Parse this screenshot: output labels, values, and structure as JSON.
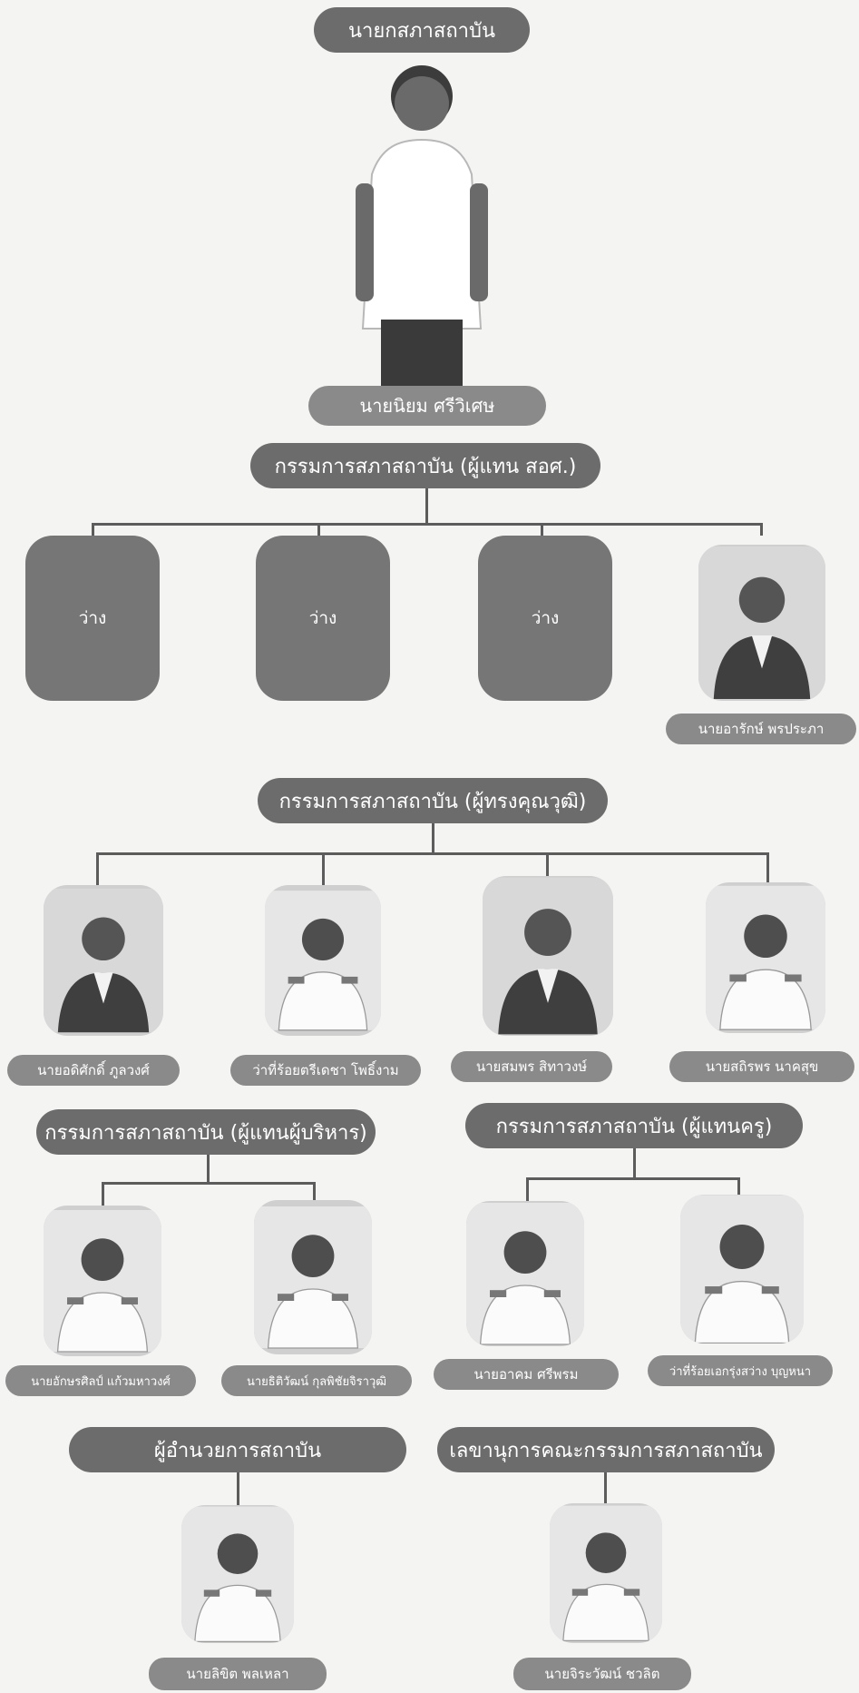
{
  "chairman": {
    "title": "นายกสภาสถาบัน",
    "name": "นายนิยม ศรีวิเศษ"
  },
  "representatives": {
    "title": "กรรมการสภาสถาบัน (ผู้แทน สอศ.)",
    "members": [
      {
        "label": "ว่าง"
      },
      {
        "label": "ว่าง"
      },
      {
        "label": "ว่าง"
      },
      {
        "name": "นายอารักษ์ พรประภา"
      }
    ]
  },
  "experts": {
    "title": "กรรมการสภาสถาบัน (ผู้ทรงคุณวุฒิ)",
    "members": [
      {
        "name": "นายอดิศักดิ์ ภูลวงศ์"
      },
      {
        "name": "ว่าที่ร้อยตรีเดชา โพธิ์งาม"
      },
      {
        "name": "นายสมพร สิทาวงษ์"
      },
      {
        "name": "นายสถิรพร นาคสุข"
      }
    ]
  },
  "executives": {
    "title": "กรรมการสภาสถาบัน (ผู้แทนผู้บริหาร)",
    "members": [
      {
        "name": "นายอักษรศิลป์ แก้วมหาวงศ์"
      },
      {
        "name": "นายธิติวัฒน์ กุลพิชัยจิราวุฒิ"
      }
    ]
  },
  "teachers": {
    "title": "กรรมการสภาสถาบัน (ผู้แทนครู)",
    "members": [
      {
        "name": "นายอาคม ศรีพรม"
      },
      {
        "name": "ว่าที่ร้อยเอกรุ่งสว่าง บุญหนา"
      }
    ]
  },
  "director": {
    "title": "ผู้อำนวยการสถาบัน",
    "name": "นายลิขิต พลเหลา"
  },
  "secretary": {
    "title": "เลขานุการคณะกรรมการสภาสถาบัน",
    "name": "นายจิระวัฒน์ ชวลิต"
  }
}
